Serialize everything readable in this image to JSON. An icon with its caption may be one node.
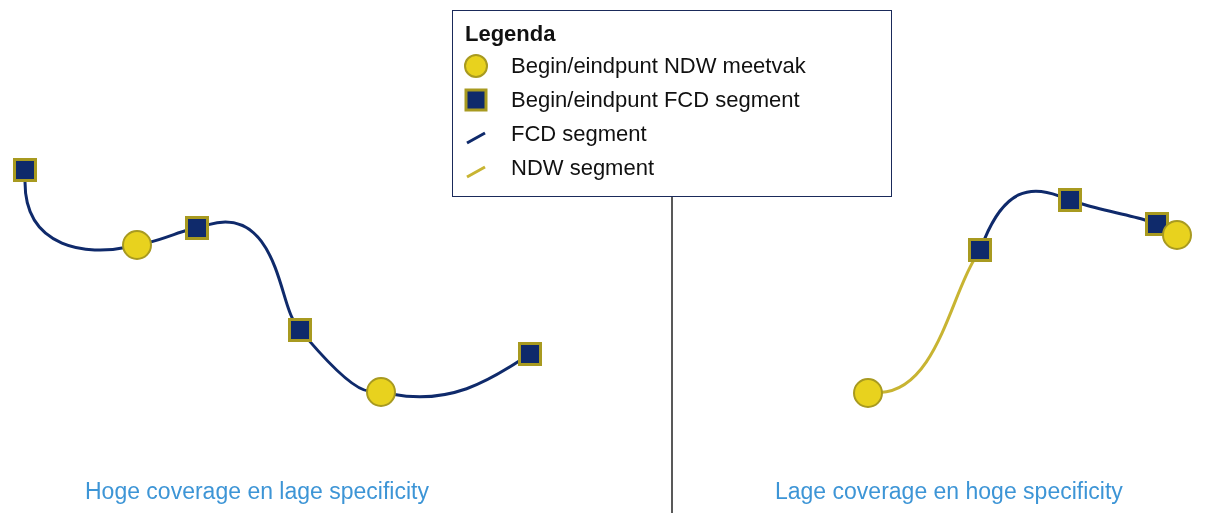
{
  "diagram": {
    "nodes": [
      {
        "text": [],
        "shape": "box"
      },
      {
        "text": [],
        "shape": "circle"
      },
      {
        "text": [],
        "shape": "box"
      },
      {
        "text": [],
        "shape": "box"
      },
      {
        "text": [],
        "shape": "circle"
      },
      {
        "text": [],
        "shape": "box"
      },
      {
        "text": [],
        "shape": "circle"
      },
      {
        "text": [],
        "shape": "box"
      },
      {
        "text": [],
        "shape": "box"
      },
      {
        "text": [],
        "shape": "box"
      },
      {
        "text": [],
        "shape": "circle"
      }
    ],
    "edges": [
      {
        "from": 0,
        "to": 1,
        "arrow": "none"
      },
      {
        "from": 1,
        "to": 2,
        "arrow": "none"
      },
      {
        "from": 2,
        "to": 3,
        "arrow": "none"
      },
      {
        "from": 3,
        "to": 4,
        "arrow": "none"
      },
      {
        "from": 4,
        "to": 5,
        "arrow": "none"
      },
      {
        "from": 6,
        "to": 7,
        "arrow": "none",
        "color": "#c8b432"
      },
      {
        "from": 7,
        "to": 8,
        "arrow": "none"
      },
      {
        "from": 8,
        "to": 9,
        "arrow": "none"
      }
    ],
    "labels": [
      "Legenda",
      "Hoge coverage en lage specificity",
      "Lage coverage en hoge specificity"
    ],
    "legend": [
      {
        "text": "Begin/eindpunt NDW meetvak"
      },
      {
        "text": "Begin/eindpunt FCD segment"
      },
      {
        "text": "FCD segment"
      },
      {
        "text": "NDW segment"
      }
    ]
  }
}
